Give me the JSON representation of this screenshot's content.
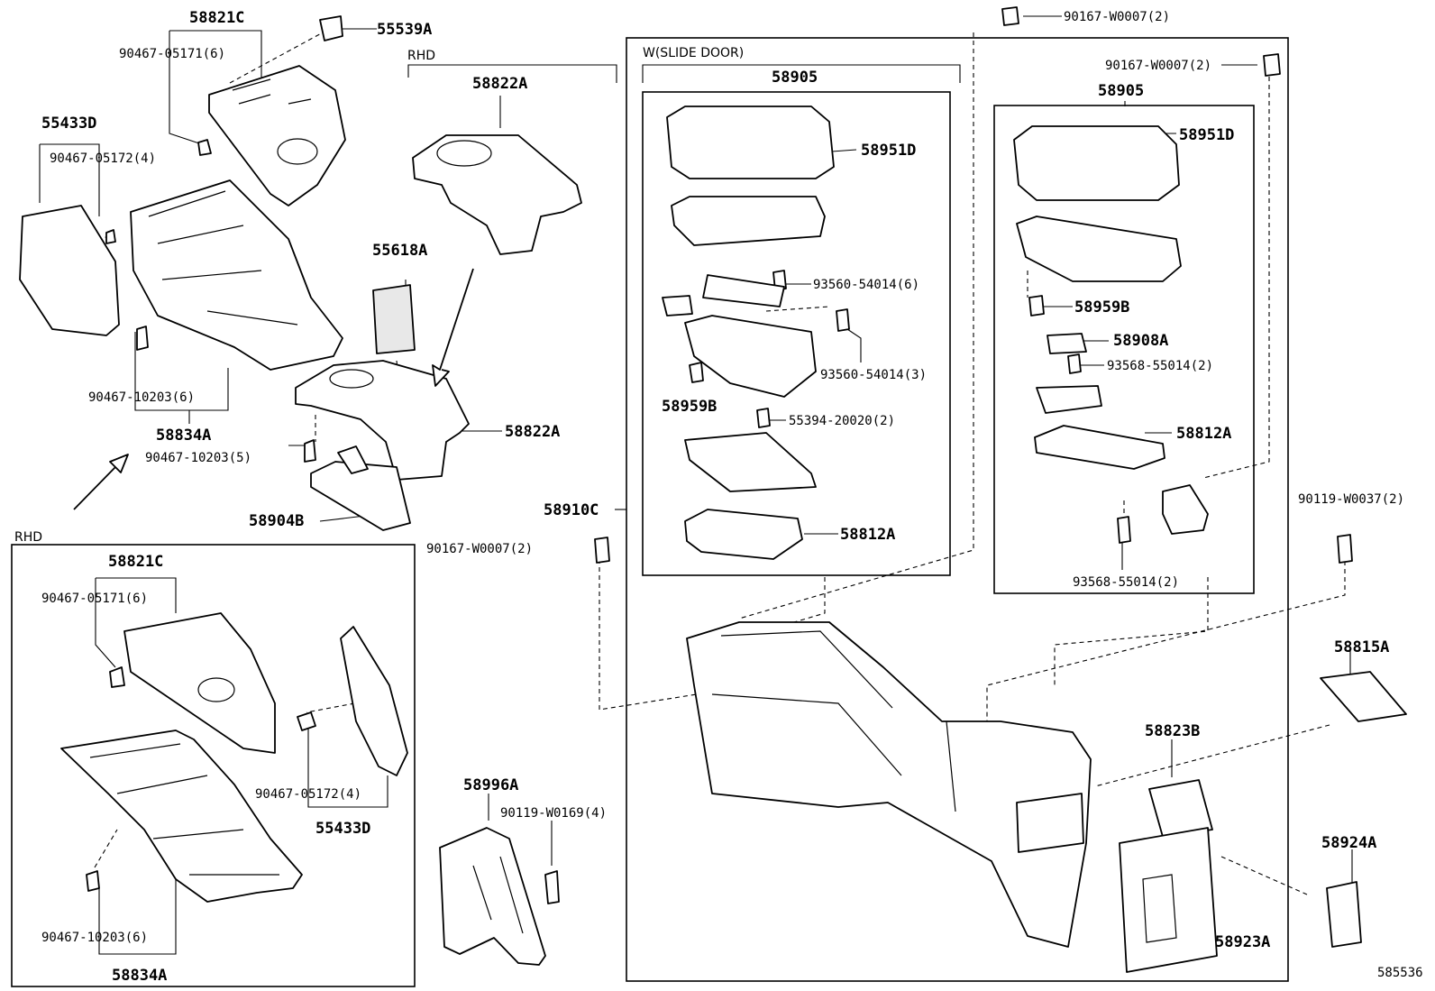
{
  "labels": {
    "l58821C_top": "58821C",
    "l55539A": "55539A",
    "l90467_05171_top": "90467-05171(6)",
    "lRHD_top": "RHD",
    "l58822A_top": "58822A",
    "l55433D_top": "55433D",
    "l90467_05172_top": "90467-05172(4)",
    "l55618A": "55618A",
    "l90467_10203_6_top": "90467-10203(6)",
    "l58834A_top": "58834A",
    "l90467_10203_5": "90467-10203(5)",
    "l58822A_mid": "58822A",
    "l58904B": "58904B",
    "lRHD_box": "RHD",
    "l58821C_box": "58821C",
    "l90467_05171_box": "90467-05171(6)",
    "l90467_05172_box": "90467-05172(4)",
    "l55433D_box": "55433D",
    "l90467_10203_box": "90467-10203(6)",
    "l58834A_box": "58834A",
    "l58996A": "58996A",
    "l90119_W0169": "90119-W0169(4)",
    "l58910C": "58910C",
    "l90167_W0007_left": "90167-W0007(2)",
    "l90167_W0007_top": "90167-W0007(2)",
    "lWSLIDE": "W(SLIDE DOOR)",
    "l58905_left": "58905",
    "l58951D_left": "58951D",
    "l93560_6": "93560-54014(6)",
    "l93560_3": "93560-54014(3)",
    "l58959B_left": "58959B",
    "l55394": "55394-20020(2)",
    "l58812A_left": "58812A",
    "l90167_W0007_right": "90167-W0007(2)",
    "l58905_right": "58905",
    "l58951D_right": "58951D",
    "l58959B_right": "58959B",
    "l58908A": "58908A",
    "l93568_top": "93568-55014(2)",
    "l58812A_right": "58812A",
    "l93568_bot": "93568-55014(2)",
    "l90119_W0037": "90119-W0037(2)",
    "l58815A": "58815A",
    "l58823B": "58823B",
    "l58924A": "58924A",
    "l58923A": "58923A",
    "l585536": "585536"
  }
}
